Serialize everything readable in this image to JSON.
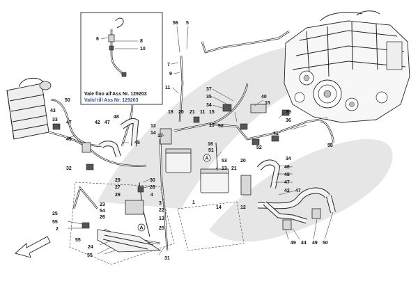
{
  "inset": {
    "note_it": "Vale fino all'Ass Nr. 129203",
    "note_en": "Valid till Ass Nr. 129203",
    "callouts": [
      "6",
      "8",
      "10"
    ]
  },
  "markers": [
    "A",
    "A"
  ],
  "callouts": [
    {
      "id": "c56",
      "text": "56"
    },
    {
      "id": "c5",
      "text": "5"
    },
    {
      "id": "c7",
      "text": "7"
    },
    {
      "id": "c9",
      "text": "9"
    },
    {
      "id": "c11a",
      "text": "11"
    },
    {
      "id": "c37",
      "text": "37"
    },
    {
      "id": "c35",
      "text": "35"
    },
    {
      "id": "c34a",
      "text": "34"
    },
    {
      "id": "c40",
      "text": "40"
    },
    {
      "id": "c15a",
      "text": "15"
    },
    {
      "id": "c50a",
      "text": "50"
    },
    {
      "id": "c43",
      "text": "43"
    },
    {
      "id": "c33",
      "text": "33"
    },
    {
      "id": "c47a",
      "text": "47"
    },
    {
      "id": "c42a",
      "text": "42"
    },
    {
      "id": "c47b",
      "text": "47"
    },
    {
      "id": "c48a",
      "text": "48"
    },
    {
      "id": "c45",
      "text": "45"
    },
    {
      "id": "c18",
      "text": "18"
    },
    {
      "id": "c20a",
      "text": "20"
    },
    {
      "id": "c21a",
      "text": "21"
    },
    {
      "id": "c11b",
      "text": "11"
    },
    {
      "id": "c15b",
      "text": "15"
    },
    {
      "id": "c52a",
      "text": "52"
    },
    {
      "id": "c12a",
      "text": "12"
    },
    {
      "id": "c14a",
      "text": "14"
    },
    {
      "id": "c19",
      "text": "19"
    },
    {
      "id": "c49a",
      "text": "49"
    },
    {
      "id": "c16",
      "text": "16"
    },
    {
      "id": "c17",
      "text": "17"
    },
    {
      "id": "c51",
      "text": "51"
    },
    {
      "id": "c39",
      "text": "39"
    },
    {
      "id": "c36",
      "text": "36"
    },
    {
      "id": "c41",
      "text": "41"
    },
    {
      "id": "c52b",
      "text": "52"
    },
    {
      "id": "c38",
      "text": "38"
    },
    {
      "id": "c34b",
      "text": "34"
    },
    {
      "id": "c32",
      "text": "32"
    },
    {
      "id": "c30",
      "text": "30"
    },
    {
      "id": "c53",
      "text": "53"
    },
    {
      "id": "c13a",
      "text": "13"
    },
    {
      "id": "c21b",
      "text": "21"
    },
    {
      "id": "c20b",
      "text": "20"
    },
    {
      "id": "c46",
      "text": "46"
    },
    {
      "id": "c48b",
      "text": "48"
    },
    {
      "id": "c29a",
      "text": "29"
    },
    {
      "id": "c28",
      "text": "28"
    },
    {
      "id": "c27",
      "text": "27"
    },
    {
      "id": "c29b",
      "text": "29"
    },
    {
      "id": "c4",
      "text": "4"
    },
    {
      "id": "c1",
      "text": "1"
    },
    {
      "id": "c47c",
      "text": "47"
    },
    {
      "id": "c42b",
      "text": "42"
    },
    {
      "id": "c47d",
      "text": "47"
    },
    {
      "id": "c14b",
      "text": "14"
    },
    {
      "id": "c12b",
      "text": "12"
    },
    {
      "id": "c23",
      "text": "23"
    },
    {
      "id": "c3",
      "text": "3"
    },
    {
      "id": "c54",
      "text": "54"
    },
    {
      "id": "c22",
      "text": "22"
    },
    {
      "id": "c13b",
      "text": "13"
    },
    {
      "id": "c26",
      "text": "26"
    },
    {
      "id": "c25a",
      "text": "25"
    },
    {
      "id": "c25b",
      "text": "25"
    },
    {
      "id": "c55a",
      "text": "55"
    },
    {
      "id": "c2",
      "text": "2"
    },
    {
      "id": "c55b",
      "text": "55"
    },
    {
      "id": "c24",
      "text": "24"
    },
    {
      "id": "c55c",
      "text": "55"
    },
    {
      "id": "c31",
      "text": "31"
    },
    {
      "id": "c49b",
      "text": "49"
    },
    {
      "id": "c44",
      "text": "44"
    },
    {
      "id": "c49c",
      "text": "49"
    },
    {
      "id": "c50b",
      "text": "50"
    }
  ]
}
